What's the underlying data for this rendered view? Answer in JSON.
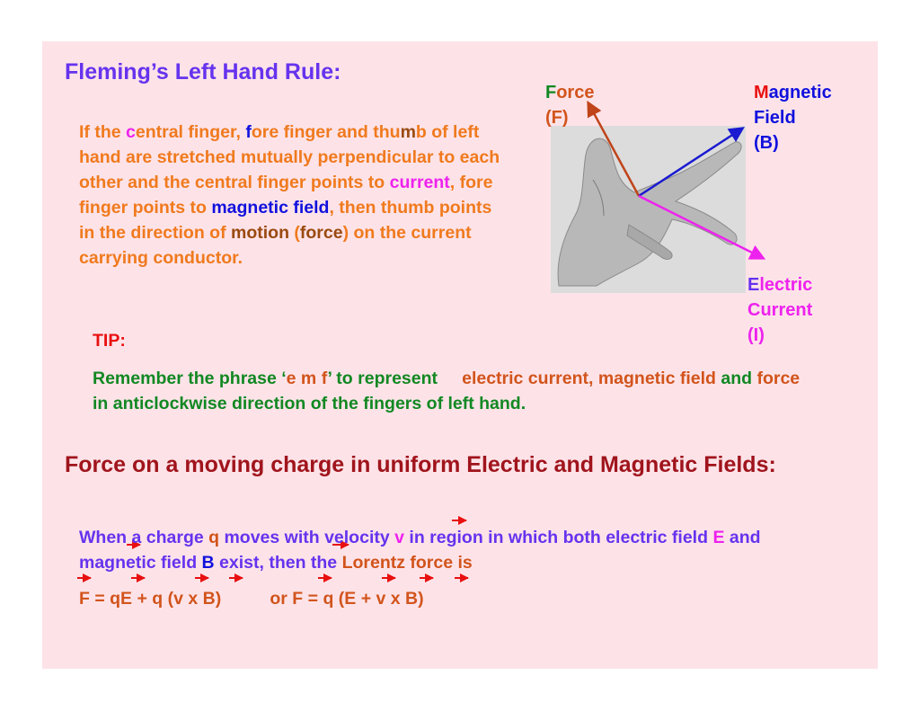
{
  "slide": {
    "title": "Fleming’s Left Hand Rule:",
    "rule": {
      "p1": "If the ",
      "c": "c",
      "p2": "entral finger, ",
      "f": "f",
      "p3": "ore finger and thu",
      "m": "m",
      "p4": "b of left hand are stretched mutually perpendicular to each other and the central finger points to ",
      "current": "current",
      "p5": ", fore finger points to ",
      "magnetic_field": "magnetic field",
      "p6": ", then thumb points in the direction of ",
      "motion": "motion",
      "p7": " (",
      "force": "force",
      "p8": ") on the current carrying conductor."
    },
    "diagram": {
      "force": {
        "first": "F",
        "rest": "orce",
        "symbol": "(F)"
      },
      "magnetic": {
        "first": "M",
        "rest": "agnetic",
        "line2": "Field",
        "symbol": "(B)"
      },
      "electric": {
        "first": "E",
        "rest": "lectric",
        "line2": "Current",
        "symbol": "(I)"
      },
      "colors": {
        "force_arrow": "#c0441a",
        "field_arrow": "#1a1ad0",
        "current_arrow": "#ee22ee"
      }
    },
    "tip": {
      "label": "TIP:",
      "t1": "Remember the phrase ‘",
      "emf": "e m f",
      "t2": "’ to represent     ",
      "ec": "electric current, magnetic field",
      "t3": " and ",
      "force": "force",
      "t4": " in anticlockwise direction of the fingers of left hand."
    },
    "section2": {
      "heading": "Force on a moving charge in uniform Electric and Magnetic Fields:",
      "w1": "When a charge ",
      "q": "q",
      "w2": " moves with velocity ",
      "v": "v",
      "w3": " in region in which both electric field ",
      "E": "E",
      "w4": " and magnetic field ",
      "B": "B",
      "w5": " exist, then the ",
      "lorentz": "Lorentz force is",
      "formula1": "F = qE + q (v x B)",
      "formula2": "or F = q (E + v x B)"
    }
  }
}
